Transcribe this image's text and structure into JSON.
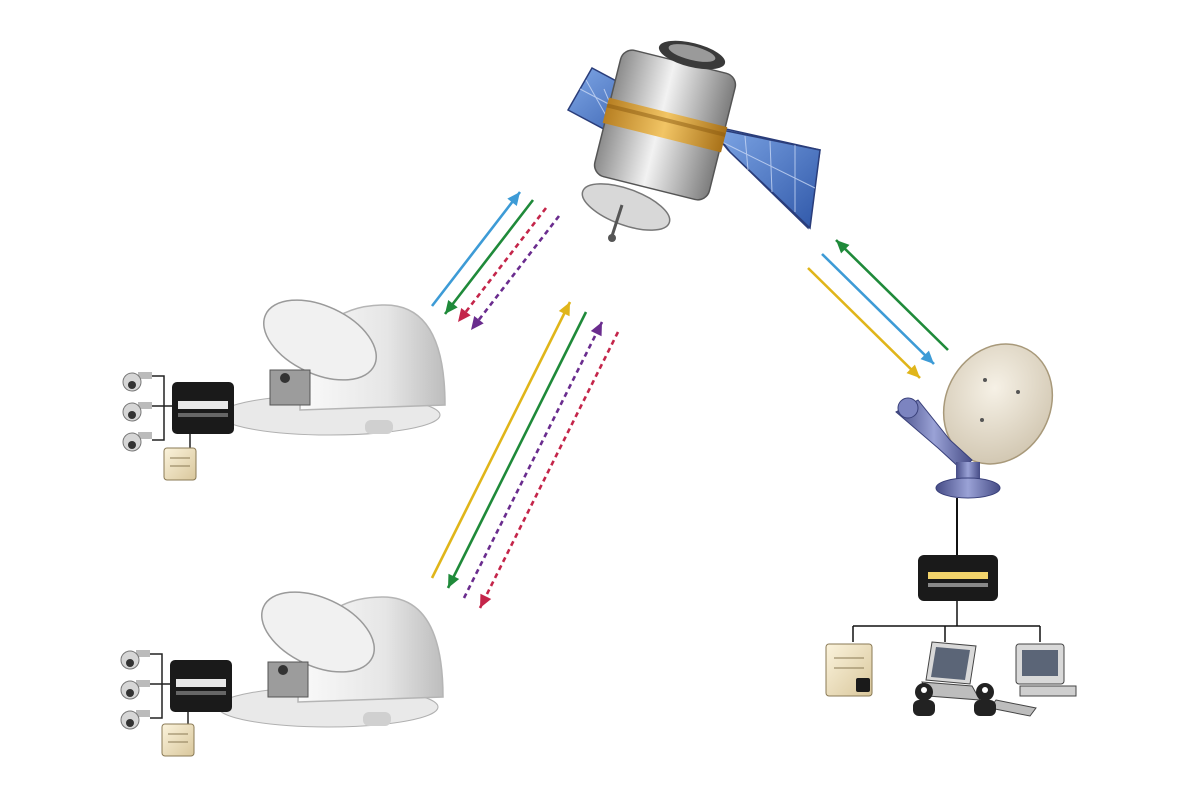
{
  "diagram": {
    "nodes": [
      {
        "id": "satellite",
        "kind": "satellite",
        "icon": "satellite-icon"
      },
      {
        "id": "terminal-1",
        "kind": "maritime-vsat-radome",
        "icon": "radome-antenna-icon",
        "peripherals": [
          "dome-camera-icon",
          "dome-camera-icon",
          "dome-camera-icon",
          "modem-icon",
          "server-icon"
        ]
      },
      {
        "id": "terminal-2",
        "kind": "maritime-vsat-radome",
        "icon": "radome-antenna-icon",
        "peripherals": [
          "dome-camera-icon",
          "dome-camera-icon",
          "dome-camera-icon",
          "modem-icon",
          "server-icon"
        ]
      },
      {
        "id": "hub",
        "kind": "ground-station-dish",
        "icon": "dish-antenna-icon",
        "peripherals": [
          "modem-icon",
          "server-icon",
          "laptop-icon",
          "desktop-computer-icon",
          "user-icon",
          "user-icon"
        ]
      }
    ],
    "links": [
      {
        "between": [
          "terminal-1",
          "satellite"
        ],
        "arrows": [
          {
            "color": "#3d9bd6",
            "style": "solid",
            "direction": "up"
          },
          {
            "color": "#1f8a3a",
            "style": "solid",
            "direction": "down"
          },
          {
            "color": "#c4254a",
            "style": "dashed",
            "direction": "down"
          },
          {
            "color": "#6a2c8e",
            "style": "dashed",
            "direction": "down"
          }
        ]
      },
      {
        "between": [
          "terminal-2",
          "satellite"
        ],
        "arrows": [
          {
            "color": "#e0b51a",
            "style": "solid",
            "direction": "up"
          },
          {
            "color": "#1f8a3a",
            "style": "solid",
            "direction": "down"
          },
          {
            "color": "#6a2c8e",
            "style": "dashed",
            "direction": "up"
          },
          {
            "color": "#c4254a",
            "style": "dashed",
            "direction": "down"
          }
        ]
      },
      {
        "between": [
          "hub",
          "satellite"
        ],
        "arrows": [
          {
            "color": "#1f8a3a",
            "style": "solid",
            "direction": "up"
          },
          {
            "color": "#3d9bd6",
            "style": "solid",
            "direction": "down"
          },
          {
            "color": "#e0b51a",
            "style": "solid",
            "direction": "down"
          }
        ]
      }
    ],
    "colors": {
      "background": "#ffffff",
      "blue": "#3d9bd6",
      "green": "#1f8a3a",
      "red": "#c4254a",
      "purple": "#6a2c8e",
      "yellow": "#e0b51a",
      "solar_panel": "#4a78c8",
      "gold_band": "#d9a23a",
      "radome": "#eeeeee",
      "dish": "#e8e0d2",
      "dish_mount": "#6a72a8",
      "equipment": "#1a1a1a"
    }
  }
}
